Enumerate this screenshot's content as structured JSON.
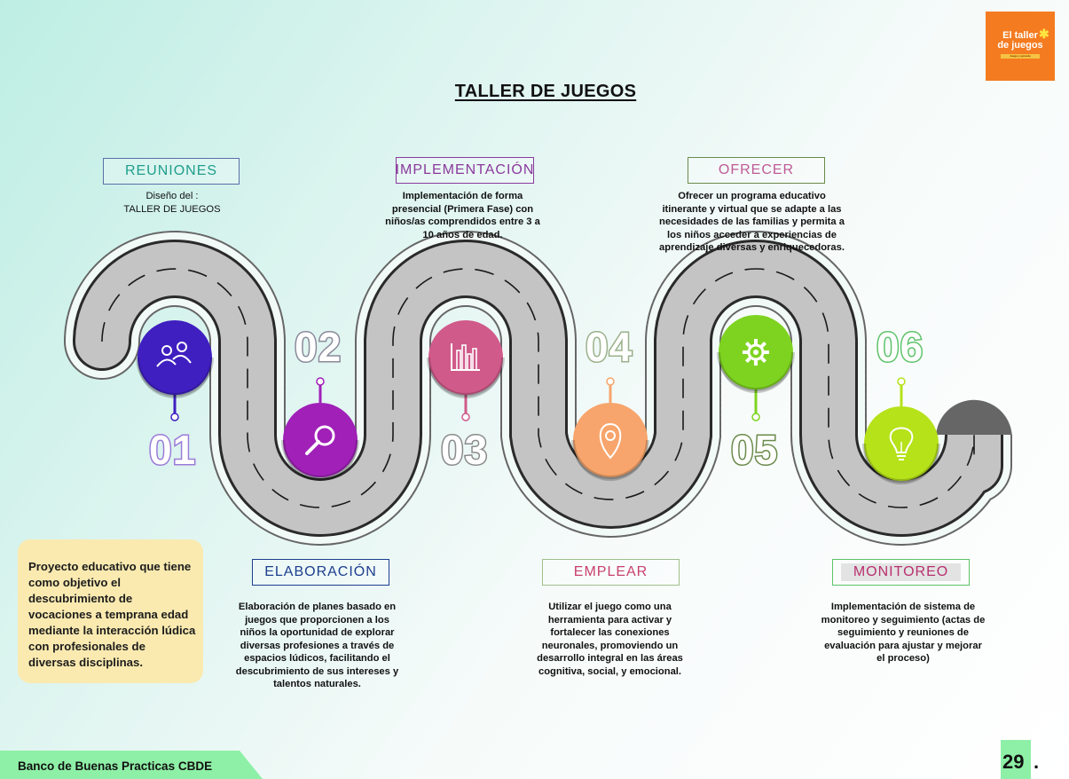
{
  "header": {
    "title": "TALLER DE JUEGOS"
  },
  "logo": {
    "line1": "El taller",
    "line2": "de juegos",
    "tagline": "Juega y aprende"
  },
  "stages": [
    {
      "number": "01",
      "label": "REUNIONES",
      "description_lines": [
        "Diseño del :",
        "TALLER DE JUEGOS"
      ],
      "icon": "people-icon",
      "color": "#3f1fc0",
      "label_color": "#1f9e8c",
      "border_color": "#5a6fa8"
    },
    {
      "number": "02",
      "label": "ELABORACIÓN",
      "description_lines": [
        "Elaboración de planes basado en",
        "juegos que proporcionen a los",
        "niños la oportunidad de explorar",
        "diversas profesiones a través de",
        "espacios lúdicos, facilitando el",
        "descubrimiento de sus intereses y",
        "talentos naturales."
      ],
      "icon": "search-icon",
      "color": "#a020b8",
      "label_color": "#1c3e8e",
      "border_color": "#1c3e8e"
    },
    {
      "number": "03",
      "label": "IMPLEMENTACIÓN",
      "description_lines": [
        "Implementación de forma",
        "presencial (Primera Fase) con",
        "niños/as comprendidos entre 3 a",
        "10 años de edad."
      ],
      "icon": "bar-chart-icon",
      "color": "#d05a8a",
      "label_color": "#8a3a9c",
      "border_color": "#8a3a9c"
    },
    {
      "number": "04",
      "label": "EMPLEAR",
      "description_lines": [
        "Utilizar el juego como una",
        "herramienta para activar y",
        "fortalecer las conexiones",
        "neuronales, promoviendo un",
        "desarrollo integral en las áreas",
        "cognitiva, social, y emocional."
      ],
      "icon": "location-pin-icon",
      "color": "#f7a56c",
      "label_color": "#c8406e",
      "border_color": "#9fbf8a"
    },
    {
      "number": "05",
      "label": "OFRECER",
      "description_lines": [
        "Ofrecer un programa educativo",
        "itinerante y virtual que se adapte a las",
        "necesidades de las familias y permita a",
        "los niños acceder a experiencias de",
        "aprendizaje diversas y enriquecedoras."
      ],
      "icon": "gear-icon",
      "color": "#7ed320",
      "label_color": "#c05a96",
      "border_color": "#6a8a4a"
    },
    {
      "number": "06",
      "label": "MONITOREO",
      "description_lines": [
        "Implementación de sistema de",
        "monitoreo y seguimiento (actas de",
        "seguimiento y reuniones de",
        "evaluación para ajustar y mejorar",
        "el proceso)"
      ],
      "icon": "lightbulb-icon",
      "color": "#b6e21a",
      "label_color": "#b8306e",
      "border_color": "#5ec26a"
    }
  ],
  "note": {
    "text": "Proyecto educativo que tiene como objetivo el descubrimiento de vocaciones a temprana edad mediante la interacción lúdica con profesionales de diversas disciplinas."
  },
  "footer": {
    "text": "Banco de Buenas Practicas CBDE",
    "page_number": "29",
    "page_dot": "."
  },
  "colors": {
    "road": "#c4c4c4",
    "road_edge": "#2a2a2a",
    "note_bg": "#faeab0",
    "footer_bg": "#8ef0a6",
    "logo_bg": "#f47b20"
  }
}
